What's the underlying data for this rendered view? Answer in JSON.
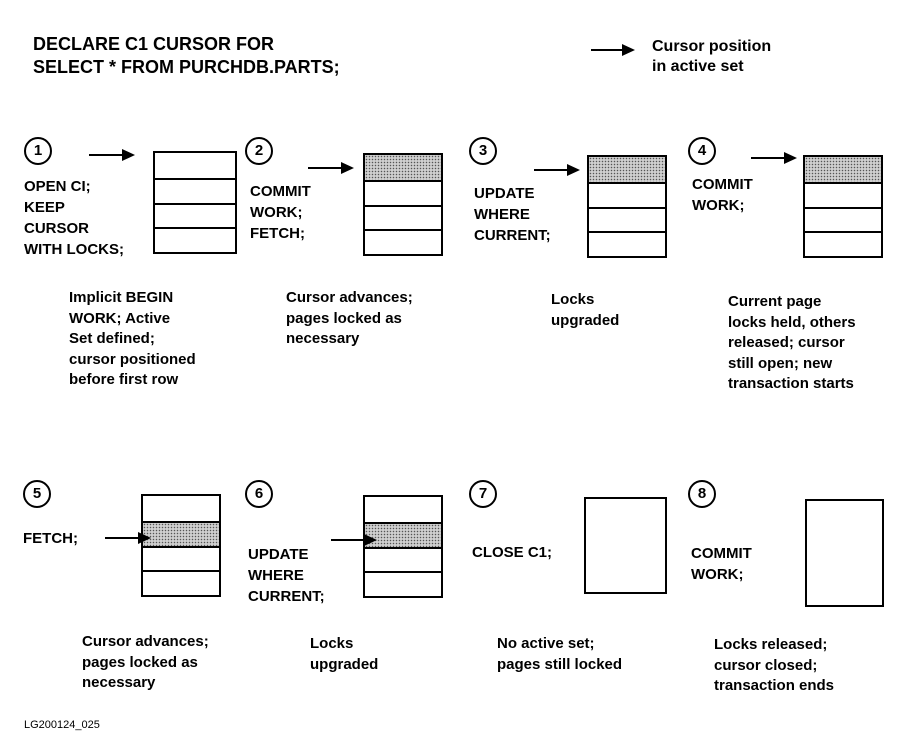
{
  "title_lines": [
    "DECLARE C1 CURSOR FOR",
    "SELECT * FROM PURCHDB.PARTS;"
  ],
  "legend": {
    "lines": [
      "Cursor position",
      "in active set"
    ]
  },
  "steps": [
    {
      "num": "1",
      "cmd": [
        "OPEN CI;",
        "KEEP",
        "CURSOR",
        "WITH LOCKS;"
      ],
      "desc": [
        "Implicit BEGIN",
        "WORK; Active",
        "Set defined;",
        "cursor positioned",
        "before first row"
      ],
      "cursor_row": 0,
      "shaded_row": null
    },
    {
      "num": "2",
      "cmd": [
        "COMMIT",
        "WORK;",
        "FETCH;"
      ],
      "desc": [
        "Cursor advances;",
        "pages locked as",
        "necessary"
      ],
      "cursor_row": 1,
      "shaded_row": 1
    },
    {
      "num": "3",
      "cmd": [
        "UPDATE",
        "WHERE",
        "CURRENT;"
      ],
      "desc": [
        "Locks",
        "upgraded"
      ],
      "cursor_row": 1,
      "shaded_row": 1
    },
    {
      "num": "4",
      "cmd": [
        "COMMIT",
        "WORK;"
      ],
      "desc": [
        "Current page",
        "locks held, others",
        "released; cursor",
        "still open; new",
        "transaction starts"
      ],
      "cursor_row": 1,
      "shaded_row": 1
    },
    {
      "num": "5",
      "cmd": [
        "FETCH;"
      ],
      "desc": [
        "Cursor advances;",
        "pages locked as",
        "necessary"
      ],
      "cursor_row": 2,
      "shaded_row": 2
    },
    {
      "num": "6",
      "cmd": [
        "UPDATE",
        "WHERE",
        "CURRENT;"
      ],
      "desc": [
        "Locks",
        "upgraded"
      ],
      "cursor_row": 2,
      "shaded_row": 2
    },
    {
      "num": "7",
      "cmd": [
        "CLOSE C1;"
      ],
      "desc": [
        "No active set;",
        "pages still locked"
      ],
      "cursor_row": null,
      "shaded_row": null
    },
    {
      "num": "8",
      "cmd": [
        "COMMIT",
        "WORK;"
      ],
      "desc": [
        "Locks released;",
        "cursor closed;",
        "transaction ends"
      ],
      "cursor_row": null,
      "shaded_row": null
    }
  ],
  "footer": "LG200124_025"
}
